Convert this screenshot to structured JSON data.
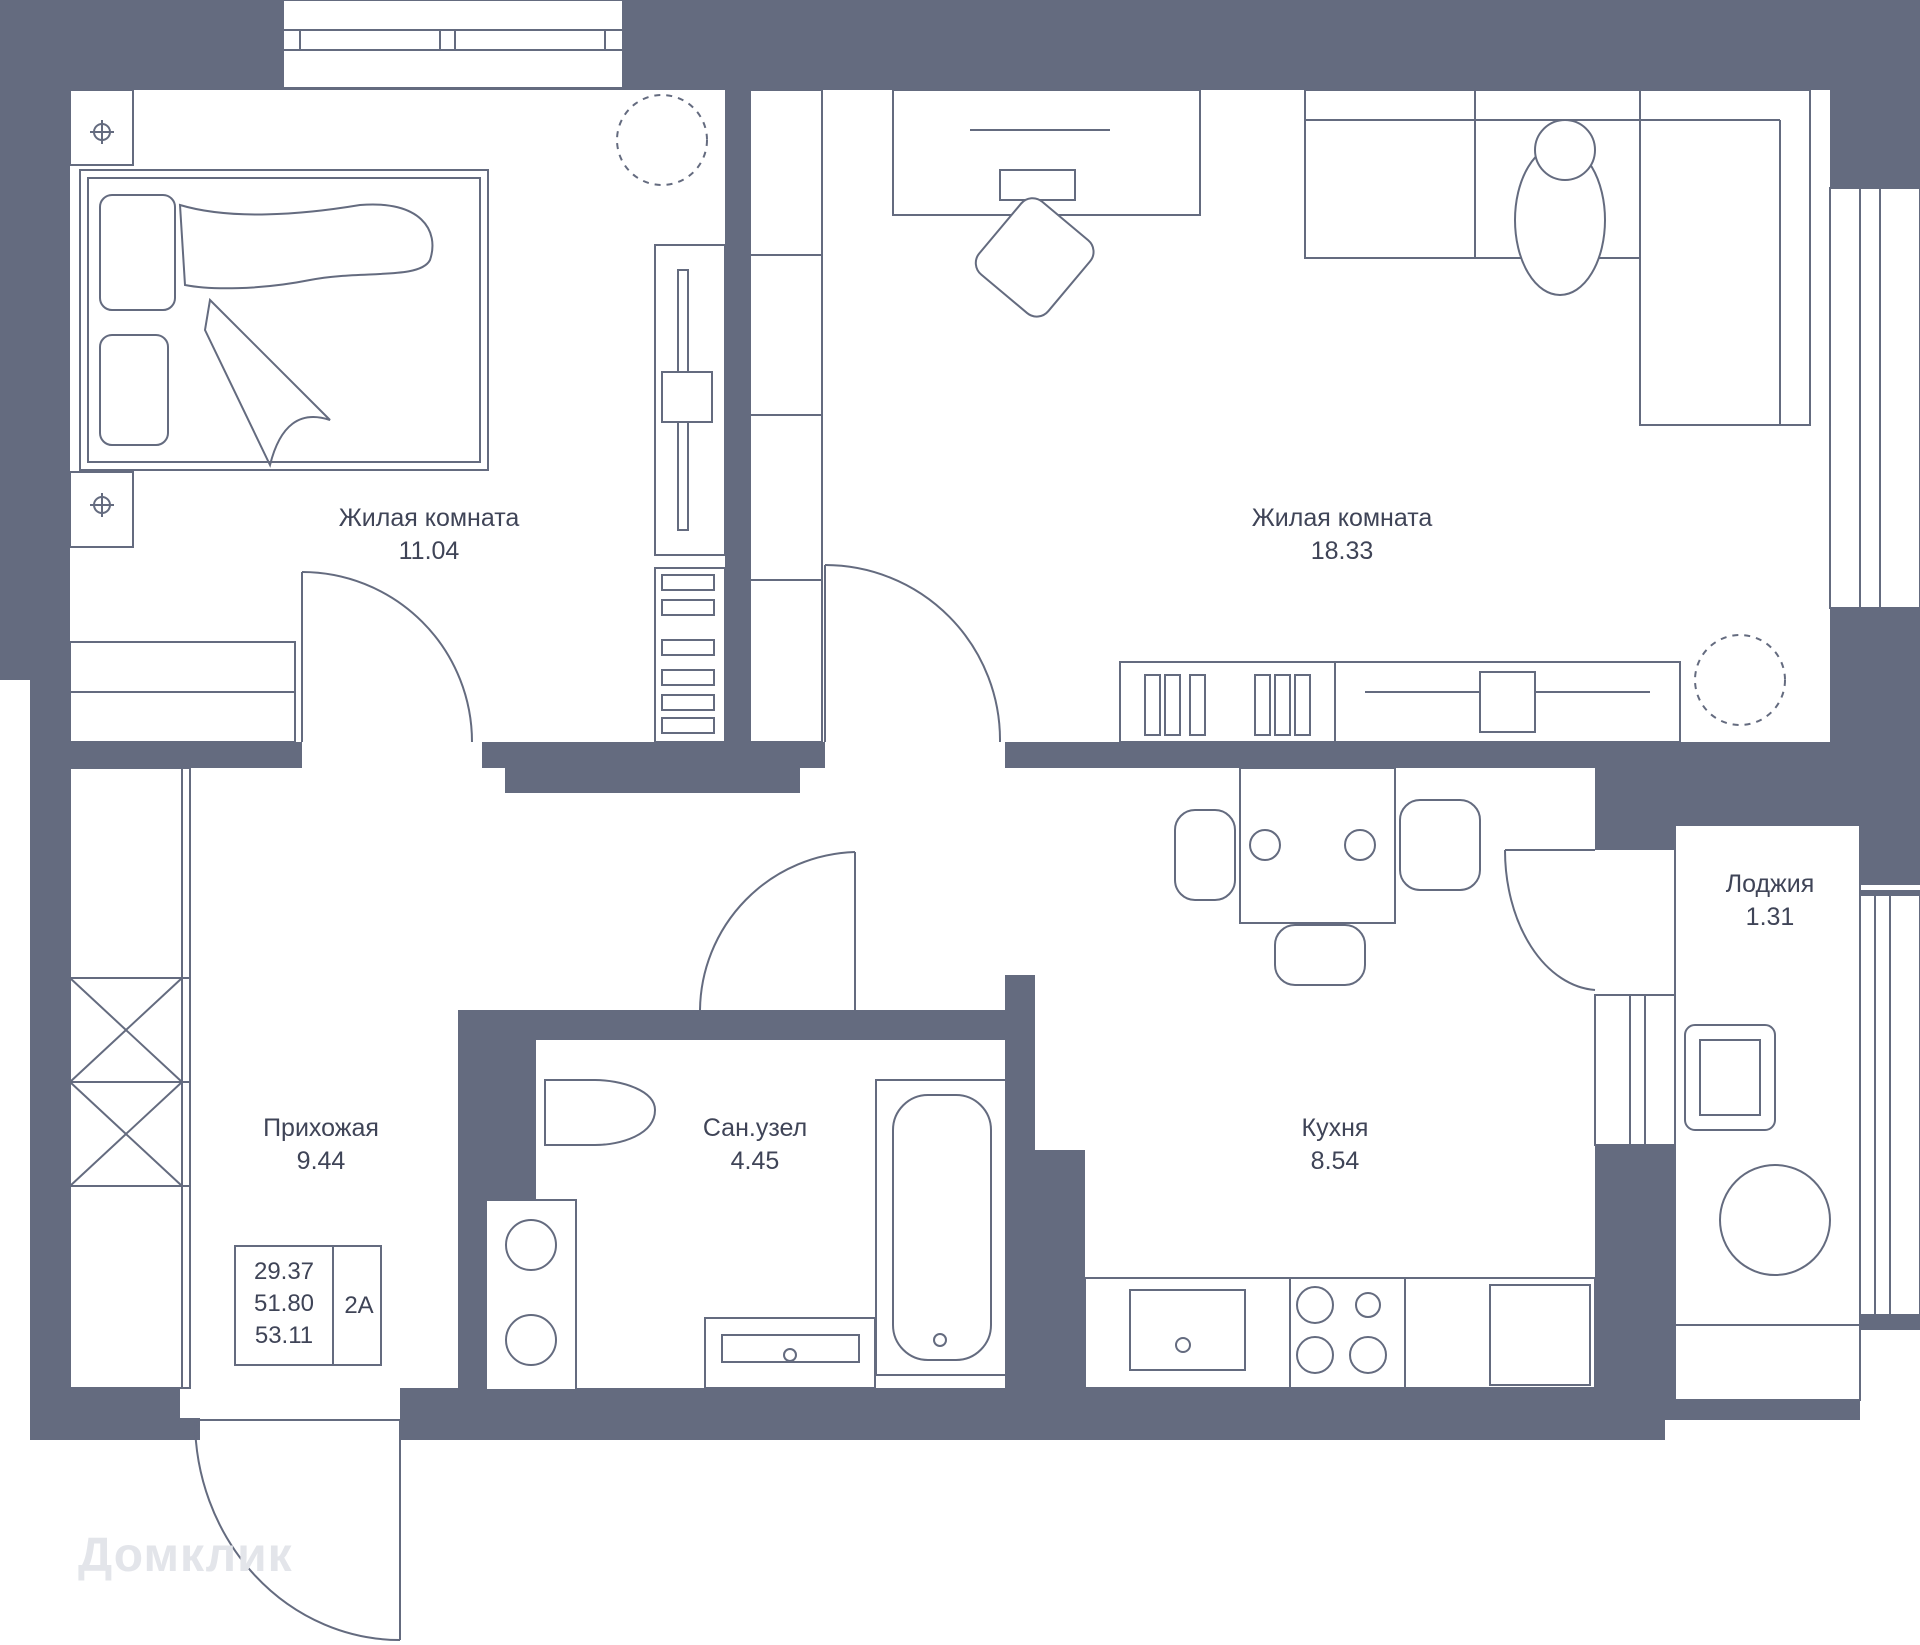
{
  "rooms": [
    {
      "name": "Жилая комната",
      "area": "11.04"
    },
    {
      "name": "Жилая комната",
      "area": "18.33"
    },
    {
      "name": "Прихожая",
      "area": "9.44"
    },
    {
      "name": "Сан.узел",
      "area": "4.45"
    },
    {
      "name": "Кухня",
      "area": "8.54"
    },
    {
      "name": "Лоджия",
      "area": "1.31"
    }
  ],
  "summary": {
    "living_area": "29.37",
    "total_area": "51.80",
    "total_with_loggia": "53.11",
    "apartment_type": "2А"
  },
  "watermark": "Домклик",
  "colors": {
    "wall": "#646b7f",
    "text": "#3f4457",
    "background": "#ffffff"
  }
}
